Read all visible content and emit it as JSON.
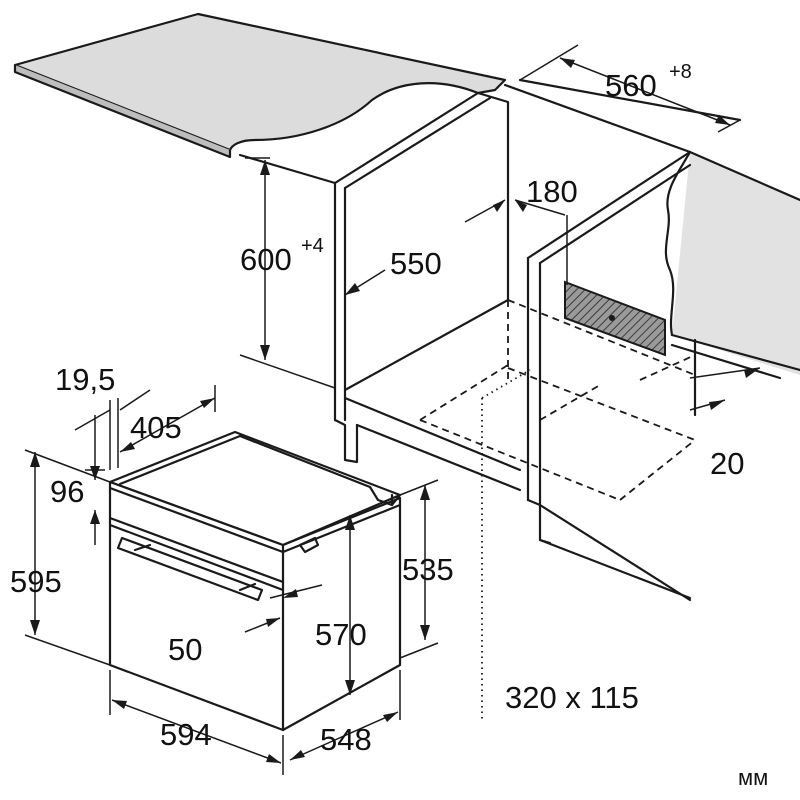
{
  "dimensions": {
    "cabinet_width": "560",
    "cabinet_width_tolerance": "+8",
    "cabinet_height": "600",
    "cabinet_height_tolerance": "+4",
    "cabinet_depth": "550",
    "vent_depth": "180",
    "vent_opening": "320 x 115",
    "back_gap": "20",
    "front_offset": "19,5",
    "top_depth": "405",
    "top_offset": "96",
    "oven_height": "595",
    "body_height": "535",
    "body_height_inner": "570",
    "door_gap": "50",
    "oven_width": "594",
    "oven_depth": "548"
  },
  "unit_label": "мм",
  "colors": {
    "worktop": "#d9d9d9",
    "vent_hatch": "#8a8a8a",
    "line": "#1a1a1a"
  }
}
